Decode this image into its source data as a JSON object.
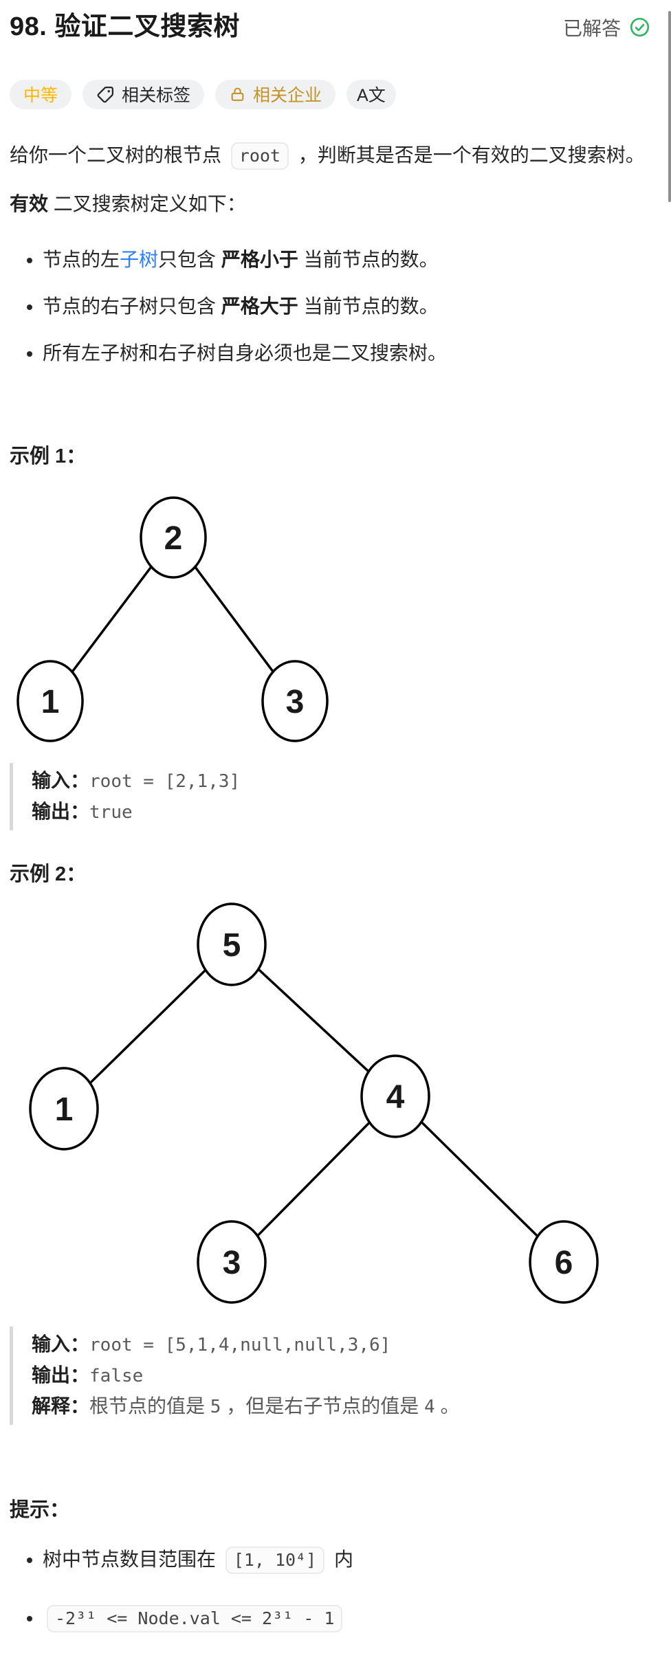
{
  "header": {
    "title": "98. 验证二叉搜索树",
    "status_label": "已解答",
    "status_icon": "check-circle-icon"
  },
  "toolbar": {
    "difficulty": "中等",
    "tags_label": "相关标签",
    "tags_icon": "tag-icon",
    "companies_label": "相关企业",
    "companies_icon": "lock-icon",
    "translate_label": "A文"
  },
  "colors": {
    "difficulty_medium": "#ffb800",
    "companies_gold": "#c59325",
    "solved_green": "#2db55d",
    "link_blue": "#2e7eff"
  },
  "description": {
    "p1": {
      "pre": "给你一个二叉树的根节点 ",
      "code": "root",
      "post": " ，判断其是否是一个有效的二叉搜索树。"
    },
    "p2": {
      "bold": "有效",
      "rest": " 二叉搜索树定义如下："
    },
    "bullet1": {
      "pre": "节点的左",
      "link": "子树",
      "mid": "只包含 ",
      "bold": "严格小于",
      "post": " 当前节点的数。"
    },
    "bullet2": {
      "pre": "节点的右子树只包含 ",
      "bold": "严格大于",
      "post": " 当前节点的数。"
    },
    "bullet3": {
      "text": "所有左子树和右子树自身必须也是二叉搜索树。"
    }
  },
  "examples": [
    {
      "heading": "示例 1：",
      "tree": {
        "nodes": [
          "2",
          "1",
          "3"
        ],
        "edges": [
          [
            0,
            1
          ],
          [
            0,
            2
          ]
        ]
      },
      "io": {
        "input_label": "输入：",
        "input": "root = [2,1,3]",
        "output_label": "输出：",
        "output": "true"
      }
    },
    {
      "heading": "示例 2：",
      "tree": {
        "nodes": [
          "5",
          "1",
          "4",
          "3",
          "6"
        ],
        "edges": [
          [
            0,
            1
          ],
          [
            0,
            2
          ],
          [
            2,
            3
          ],
          [
            2,
            4
          ]
        ]
      },
      "io": {
        "input_label": "输入：",
        "input": "root = [5,1,4,null,null,3,6]",
        "output_label": "输出：",
        "output": "false",
        "explain_label": "解释：",
        "explain_pre": "根节点的值是 ",
        "explain_v1": "5",
        "explain_mid": " ，但是右子节点的值是 ",
        "explain_v2": "4",
        "explain_post": " 。"
      }
    }
  ],
  "hints": {
    "heading": "提示：",
    "bullet1": {
      "pre": "树中节点数目范围在 ",
      "code": "[1, 10⁴]",
      "post": " 内"
    },
    "bullet2": {
      "code": "-2³¹ <= Node.val <= 2³¹ - 1"
    }
  }
}
